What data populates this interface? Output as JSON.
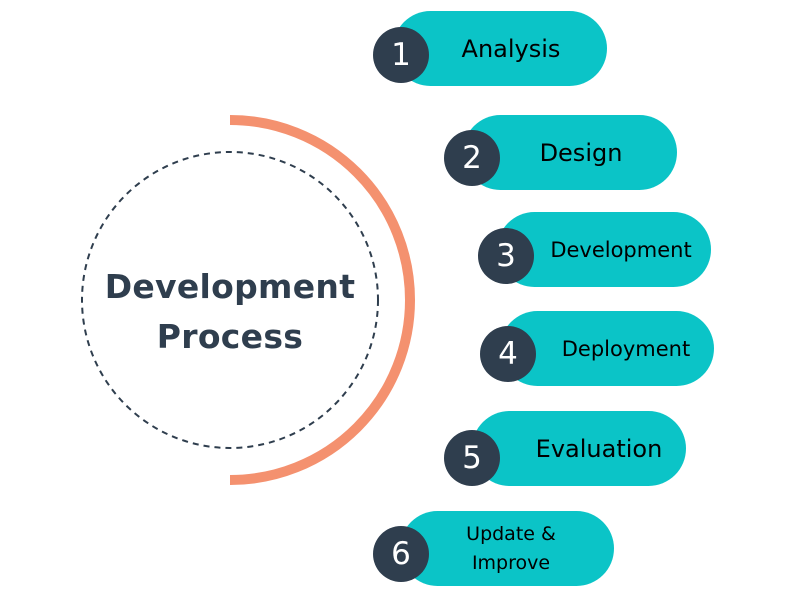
{
  "diagram": {
    "title_line1": "Development",
    "title_line2": "Process",
    "colors": {
      "pill": "#0bc4c7",
      "number_circle": "#2f3e4e",
      "arc": "#f4916f",
      "title": "#2f3e4e"
    },
    "steps": [
      {
        "number": "1",
        "label": "Analysis"
      },
      {
        "number": "2",
        "label": "Design"
      },
      {
        "number": "3",
        "label": "Development"
      },
      {
        "number": "4",
        "label": "Deployment"
      },
      {
        "number": "5",
        "label": "Evaluation"
      },
      {
        "number": "6",
        "label_line1": "Update &",
        "label_line2": "Improve"
      }
    ]
  }
}
